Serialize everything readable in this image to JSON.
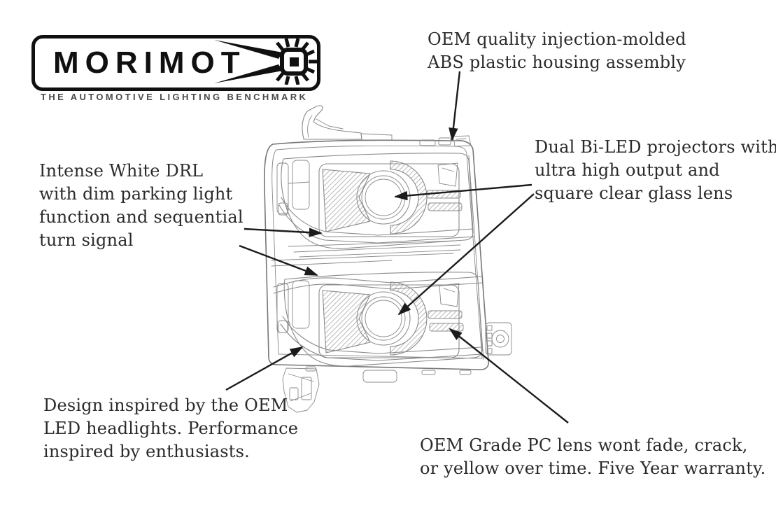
{
  "logo": {
    "text_prefix": "MORIMOT",
    "sunburst_letter": "O",
    "tagline": "THE AUTOMOTIVE LIGHTING BENCHMARK"
  },
  "annotations": {
    "housing": {
      "lines": [
        "OEM quality injection-molded",
        "ABS plastic housing assembly"
      ]
    },
    "projectors": {
      "lines": [
        "Dual Bi-LED projectors with",
        "ultra high output and",
        "square clear glass lens"
      ]
    },
    "drl": {
      "lines": [
        "Intense White DRL",
        "with dim parking light",
        "function and sequential",
        "turn signal"
      ]
    },
    "design": {
      "lines": [
        "Design inspired by the OEM",
        "LED headlights. Performance",
        "inspired by enthusiasts."
      ]
    },
    "lens": {
      "lines": [
        "OEM Grade PC lens wont fade, crack,",
        "or yellow over time. Five Year warranty."
      ]
    }
  },
  "colors": {
    "background": "#ffffff",
    "text": "#2b292c",
    "logo_ink": "#101010",
    "tagline_gray": "#4a4a4a",
    "line_art_gray": "#8a8a8a",
    "arrow_black": "#1b1b1b"
  }
}
